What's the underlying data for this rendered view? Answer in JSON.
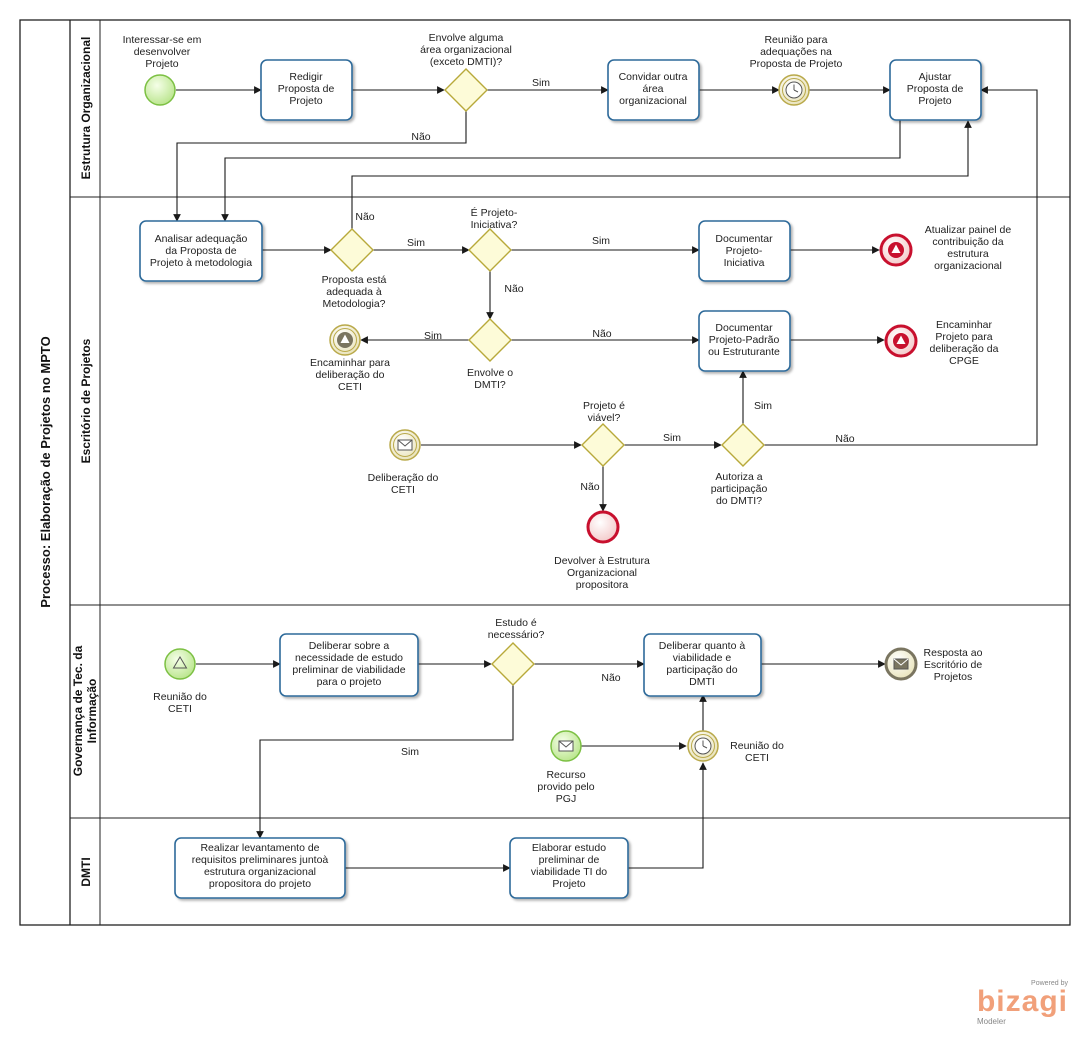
{
  "pool": {
    "title": "Processo: Elaboração de Projetos no MPTO"
  },
  "lanes": {
    "estrutura": "Estrutura Organizacional",
    "escritorio": "Escritório de Projetos",
    "governanca": [
      "Governança de Tec. da",
      "Informação"
    ],
    "dmti": "DMTI"
  },
  "tasks": {
    "redigir": [
      "Redigir",
      "Proposta de",
      "Projeto"
    ],
    "convidar": [
      "Convidar outra",
      "área",
      "organizacional"
    ],
    "ajustar": [
      "Ajustar",
      "Proposta de",
      "Projeto"
    ],
    "analisar": [
      "Analisar adequação",
      "da Proposta de",
      "Projeto à metodologia"
    ],
    "doc_iniciativa": [
      "Documentar",
      "Projeto-",
      "Iniciativa"
    ],
    "doc_padrao": [
      "Documentar",
      "Projeto-Padrão",
      "ou Estruturante"
    ],
    "deliberar_necessidade": [
      "Deliberar sobre a",
      "necessidade de estudo",
      "preliminar de viabilidade",
      "para o projeto"
    ],
    "deliberar_viabilidade": [
      "Deliberar quanto à",
      "viabilidade e",
      "participação do",
      "DMTI"
    ],
    "realizar_levantamento": [
      "Realizar levantamento de",
      "requisitos preliminares  juntoà",
      "estrutura organizacional",
      "propositora do projeto"
    ],
    "elaborar_estudo": [
      "Elaborar estudo",
      "preliminar de",
      "viabilidade TI do",
      "Projeto"
    ]
  },
  "events": {
    "start_interesse": [
      "Interessar-se em",
      "desenvolver",
      "Projeto"
    ],
    "timer_reuniao_adequacoes": [
      "Reunião para",
      "adequações na",
      "Proposta de Projeto"
    ],
    "end_atualizar_painel": [
      "Atualizar painel de",
      "contribuição da",
      "estrutura",
      "organizacional"
    ],
    "end_encaminhar_cpge": [
      "Encaminhar",
      "Projeto para",
      "deliberação da",
      "CPGE"
    ],
    "inter_encaminhar_ceti": [
      "Encaminhar para",
      "deliberação do",
      "CETI"
    ],
    "msg_deliberacao_ceti": [
      "Deliberação do",
      "CETI"
    ],
    "end_devolver": [
      "Devolver à Estrutura",
      "Organizacional",
      "propositora"
    ],
    "start_reuniao_ceti": [
      "Reunião do",
      "CETI"
    ],
    "end_resposta": [
      "Resposta ao",
      "Escritório de",
      "Projetos"
    ],
    "msg_recurso": [
      "Recurso",
      "provido pelo",
      "PGJ"
    ],
    "timer_reuniao_ceti": [
      "Reunião do",
      "CETI"
    ]
  },
  "gateways": {
    "envolve_area": [
      "Envolve alguma",
      "área organizacional",
      "(exceto DMTI)?"
    ],
    "proposta_adequada": [
      "Proposta está",
      "adequada à",
      "Metodologia?"
    ],
    "projeto_iniciativa": [
      "É Projeto-",
      "Iniciativa?"
    ],
    "envolve_dmti": [
      "Envolve o",
      "DMTI?"
    ],
    "projeto_viavel": [
      "Projeto é",
      "viável?"
    ],
    "autoriza": [
      "Autoriza a",
      "participação",
      "do DMTI?"
    ],
    "estudo_necessario": [
      "Estudo é",
      "necessário?"
    ]
  },
  "flow_labels": {
    "sim": "Sim",
    "nao": "Não"
  },
  "branding": {
    "powered_by": "Powered by",
    "name": "bizagi",
    "product": "Modeler"
  },
  "colors": {
    "task_border": "#2f6b9a",
    "start_event": "#8ccf4d",
    "end_event": "#c8102e",
    "gateway_fill": "#fdfbd8",
    "intermediate_event": "#b9a94a"
  }
}
